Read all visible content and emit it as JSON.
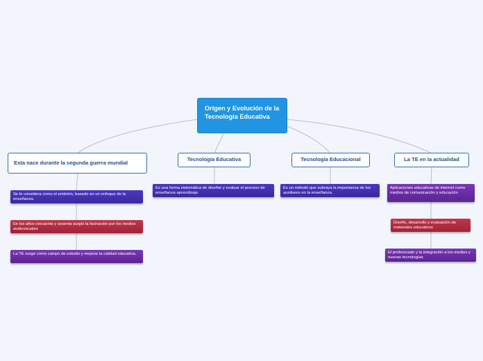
{
  "central": {
    "title": "Origen y Evolución de la Tecnología Educativa"
  },
  "branches": [
    {
      "title": "Esta nace durante la segunda guerra mundial",
      "children": [
        {
          "text": "Se le considera como el embrión, basado en un enfoque de la enseñanza.",
          "color": "#4a37c0"
        },
        {
          "text": "En los años cincuenta y sesenta surgió  la facinación por los medios audiovisuales",
          "color": "#c2354a"
        },
        {
          "text": "La TE surge como campo de estudio y mejorar la calidad educativa.",
          "color": "#7a36b8"
        }
      ]
    },
    {
      "title": "Tecnología Educativa",
      "children": [
        {
          "text": "Es una forma sistemática de diseñar y evaluar el proceso de enseñanza aprendizaje.",
          "color": "#4a37c0"
        }
      ]
    },
    {
      "title": "Tecnología Educacional",
      "children": [
        {
          "text": "Es un método que subraya la importancia de los auxiliares en la enseñanza.",
          "color": "#4a37c0"
        }
      ]
    },
    {
      "title": "La TE en la actualidad",
      "children": [
        {
          "text": "Aplicaciones educativas de internet como medios de comunicación y educación",
          "color": "#7a36b8"
        },
        {
          "text": "Diseño, desarrollo y evaluación de materiales educativos",
          "color": "#c2354a"
        },
        {
          "text": "El profesorado y la integración a los medios y nuevas tecnologías",
          "color": "#7a36b8"
        }
      ]
    }
  ],
  "colors": {
    "background": "#f3f5fd",
    "central": "#2194e3",
    "branch_border": "#2f6fb9",
    "connector": "#b8bcc8"
  }
}
